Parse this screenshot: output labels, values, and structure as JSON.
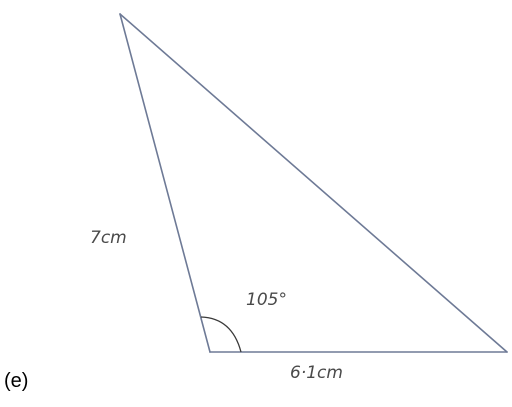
{
  "part_label": "(e)",
  "triangle": {
    "side_left_label": "7cm",
    "side_bottom_label": "6·1cm",
    "angle_label": "105°"
  },
  "colors": {
    "line": "#6e7a96",
    "text": "#4a4a4a"
  }
}
